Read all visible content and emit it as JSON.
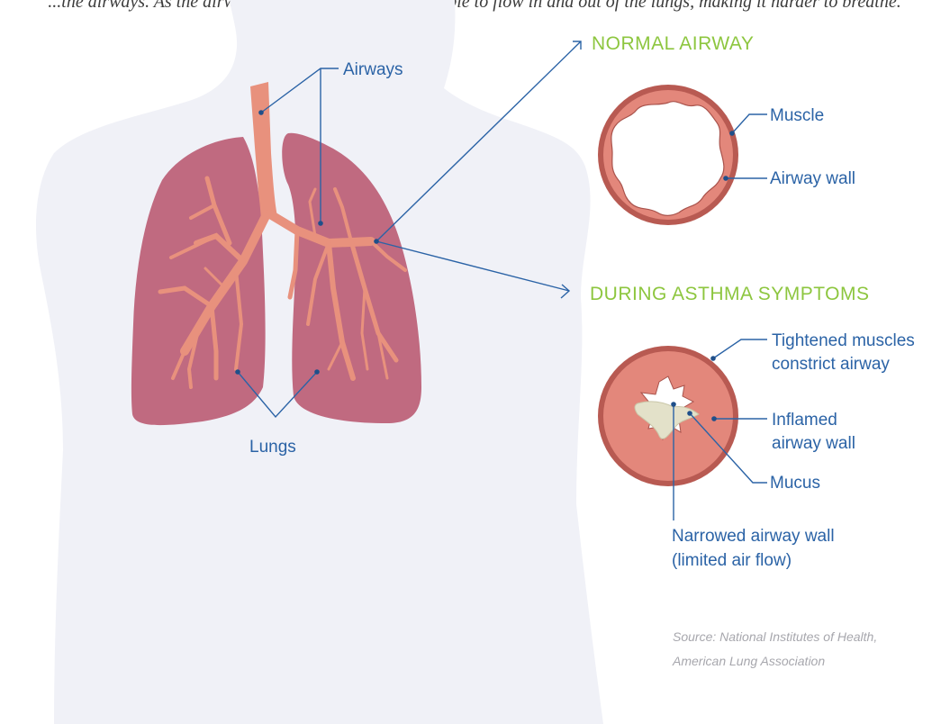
{
  "top_caption": "...the airways. As the airways get narrower, less air is able to flow in and out of the lungs, making it harder to breathe.",
  "labels": {
    "airways": "Airways",
    "lungs": "Lungs",
    "muscle": "Muscle",
    "airway_wall": "Airway wall",
    "tightened_muscles": [
      "Tightened muscles",
      "constrict airway"
    ],
    "inflamed_wall": [
      "Inflamed",
      "airway wall"
    ],
    "mucus": "Mucus",
    "narrowed_wall": [
      "Narrowed airway wall",
      "(limited air flow)"
    ]
  },
  "headings": {
    "normal": "NORMAL AIRWAY",
    "asthma": "DURING ASTHMA SYMPTOMS"
  },
  "source": [
    "Source: National Institutes of Health,",
    "American Lung Association"
  ],
  "colors": {
    "body_silhouette": "#f0f1f7",
    "lung": "#c06a80",
    "airway": "#e8917d",
    "muscle_ring": "#b85a52",
    "airway_wall": "#e3877b",
    "mucus": "#e3e1c9",
    "label_text": "#2b63a6",
    "heading_text": "#8dc63f"
  }
}
